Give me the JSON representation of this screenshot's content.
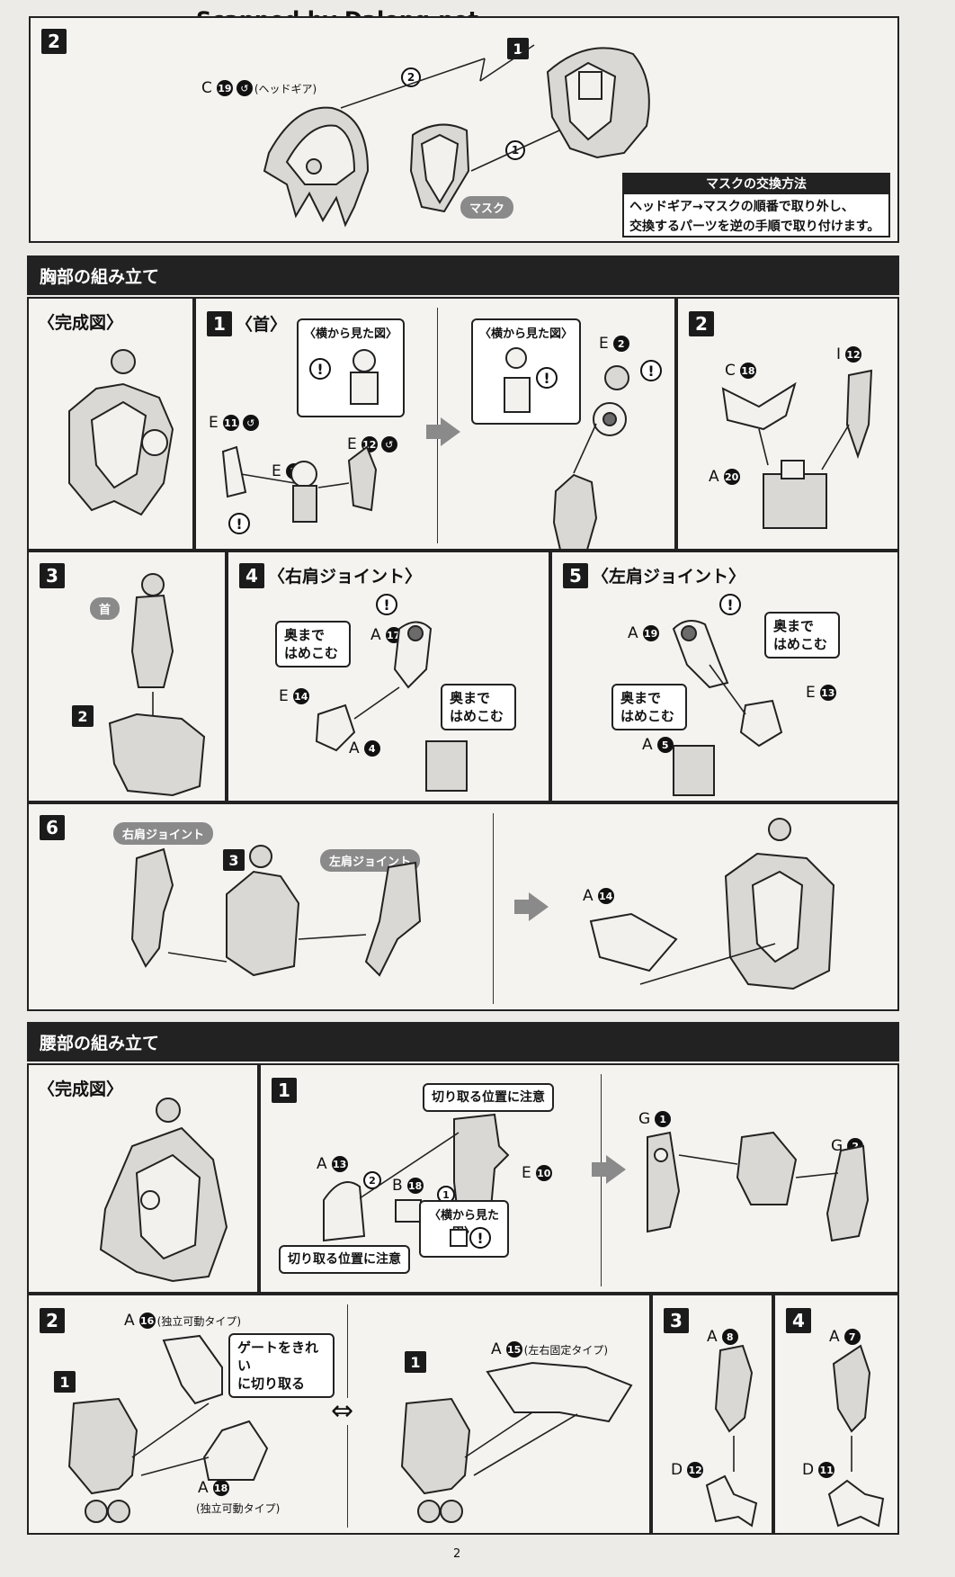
{
  "watermark": "Scanned by Dalong.net",
  "top_panel": {
    "step": "2",
    "sub_step": "1",
    "part_c19": {
      "letter": "C",
      "num": "19",
      "note": "(ヘッドギア)"
    },
    "order1": "1",
    "order2": "2",
    "mask_pill": "マスク",
    "mask_box": {
      "title": "マスクの交換方法",
      "line1": "ヘッドギア→マスクの順番で取り外し、",
      "line2": "交換するパーツを逆の手順で取り付けます。"
    }
  },
  "chest": {
    "header": "胸部の組み立て",
    "complete_title": "〈完成図〉",
    "step1": {
      "num": "1",
      "title": "〈首〉",
      "side_view": "〈横から見た図〉",
      "parts": {
        "e11": {
          "letter": "E",
          "num": "11"
        },
        "e7": {
          "letter": "E",
          "num": "7"
        },
        "e12": {
          "letter": "E",
          "num": "12"
        },
        "e2": {
          "letter": "E",
          "num": "2"
        }
      },
      "side_view2": "〈横から見た図〉"
    },
    "step2": {
      "num": "2",
      "parts": {
        "c18": {
          "letter": "C",
          "num": "18"
        },
        "i12": {
          "letter": "I",
          "num": "12"
        },
        "a20": {
          "letter": "A",
          "num": "20"
        }
      }
    },
    "step3": {
      "num": "3",
      "neck_pill": "首",
      "inset": "2"
    },
    "step4": {
      "num": "4",
      "title": "〈右肩ジョイント〉",
      "note1_l1": "奥まで",
      "note1_l2": "はめこむ",
      "note2_l1": "奥まで",
      "note2_l2": "はめこむ",
      "parts": {
        "a17": {
          "letter": "A",
          "num": "17"
        },
        "e14": {
          "letter": "E",
          "num": "14"
        },
        "a4": {
          "letter": "A",
          "num": "4"
        }
      }
    },
    "step5": {
      "num": "5",
      "title": "〈左肩ジョイント〉",
      "note1_l1": "奥まで",
      "note1_l2": "はめこむ",
      "note2_l1": "奥まで",
      "note2_l2": "はめこむ",
      "parts": {
        "a19": {
          "letter": "A",
          "num": "19"
        },
        "e13": {
          "letter": "E",
          "num": "13"
        },
        "a5": {
          "letter": "A",
          "num": "5"
        }
      }
    },
    "step6": {
      "num": "6",
      "right_pill": "右肩ジョイント",
      "left_pill": "左肩ジョイント",
      "inset": "3",
      "parts": {
        "a14": {
          "letter": "A",
          "num": "14"
        }
      }
    }
  },
  "waist": {
    "header": "腰部の組み立て",
    "complete_title": "〈完成図〉",
    "step1": {
      "num": "1",
      "cut_note": "切り取る位置に注意",
      "cut_note2": "切り取る位置に注意",
      "side_view": "〈横から見た図〉",
      "order1": "1",
      "order2": "2",
      "parts": {
        "a13": {
          "letter": "A",
          "num": "13"
        },
        "b18": {
          "letter": "B",
          "num": "18"
        },
        "e10": {
          "letter": "E",
          "num": "10"
        },
        "g1": {
          "letter": "G",
          "num": "1"
        },
        "g2": {
          "letter": "G",
          "num": "2"
        }
      }
    },
    "step2": {
      "num": "2",
      "inset1": "1",
      "inset2": "1",
      "gate_l1": "ゲートをきれい",
      "gate_l2": "に切り取る",
      "parts": {
        "a16": {
          "letter": "A",
          "num": "16",
          "note": "(独立可動タイプ)"
        },
        "a18": {
          "letter": "A",
          "num": "18",
          "note": "(独立可動タイプ)"
        },
        "a15": {
          "letter": "A",
          "num": "15",
          "note": "(左右固定タイプ)"
        }
      }
    },
    "step3": {
      "num": "3",
      "parts": {
        "a8": {
          "letter": "A",
          "num": "8"
        },
        "d12": {
          "letter": "D",
          "num": "12"
        }
      }
    },
    "step4": {
      "num": "4",
      "parts": {
        "a7": {
          "letter": "A",
          "num": "7"
        },
        "d11": {
          "letter": "D",
          "num": "11"
        }
      }
    }
  },
  "page_number": "2"
}
